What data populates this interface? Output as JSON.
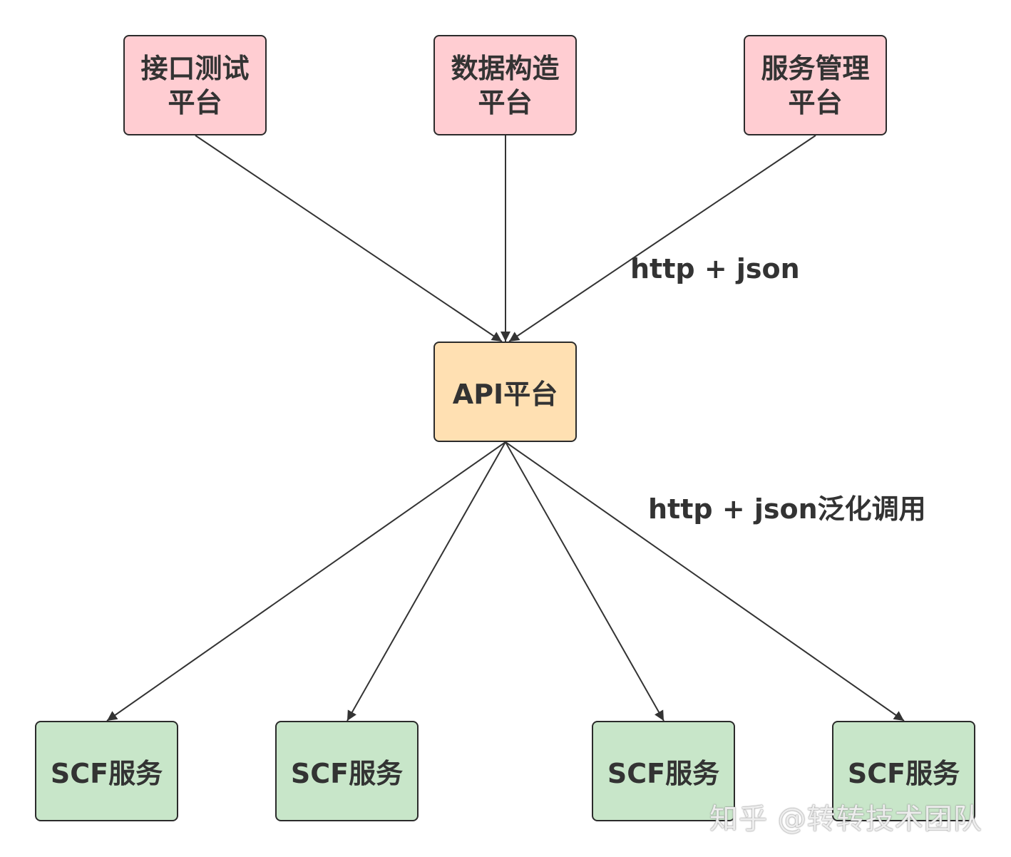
{
  "colors": {
    "top_fill": "#ffcdd2",
    "mid_fill": "#ffe0b2",
    "bottom_fill": "#c8e6c9",
    "stroke": "#2b2b2b",
    "text": "#333333"
  },
  "top_nodes": [
    {
      "line1": "接口测试",
      "line2": "平台"
    },
    {
      "line1": "数据构造",
      "line2": "平台"
    },
    {
      "line1": "服务管理",
      "line2": "平台"
    }
  ],
  "center_node": {
    "label": "API平台"
  },
  "bottom_nodes": [
    {
      "label": "SCF服务"
    },
    {
      "label": "SCF服务"
    },
    {
      "label": "SCF服务"
    },
    {
      "label": "SCF服务"
    }
  ],
  "edge_labels": {
    "upper": "http + json",
    "lower": "http + json泛化调用"
  },
  "watermark": {
    "text": "知乎 @转转技术团队"
  }
}
